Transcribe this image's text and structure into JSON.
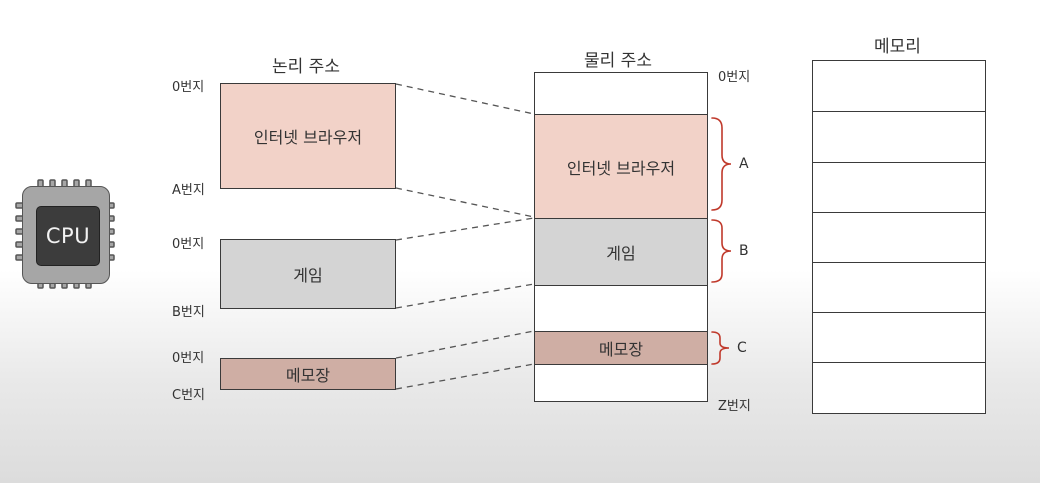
{
  "cpu": {
    "label": "CPU"
  },
  "logical": {
    "title": "논리 주소",
    "blocks": [
      {
        "label": "인터넷 브라우저",
        "start": "0번지",
        "end": "A번지"
      },
      {
        "label": "게임",
        "start": "0번지",
        "end": "B번지"
      },
      {
        "label": "메모장",
        "start": "0번지",
        "end": "C번지"
      }
    ]
  },
  "physical": {
    "title": "물리 주소",
    "start": "0번지",
    "end": "Z번지",
    "regions": [
      {
        "label": "인터넷 브라우저",
        "brace": "A"
      },
      {
        "label": "게임",
        "brace": "B"
      },
      {
        "label": "메모장",
        "brace": "C"
      }
    ]
  },
  "memory": {
    "title": "메모리",
    "rows": 7
  },
  "colors": {
    "browser": "#f2d2c8",
    "game": "#d4d4d4",
    "notepad": "#cfaea4",
    "outline": "#3a3a3a"
  }
}
